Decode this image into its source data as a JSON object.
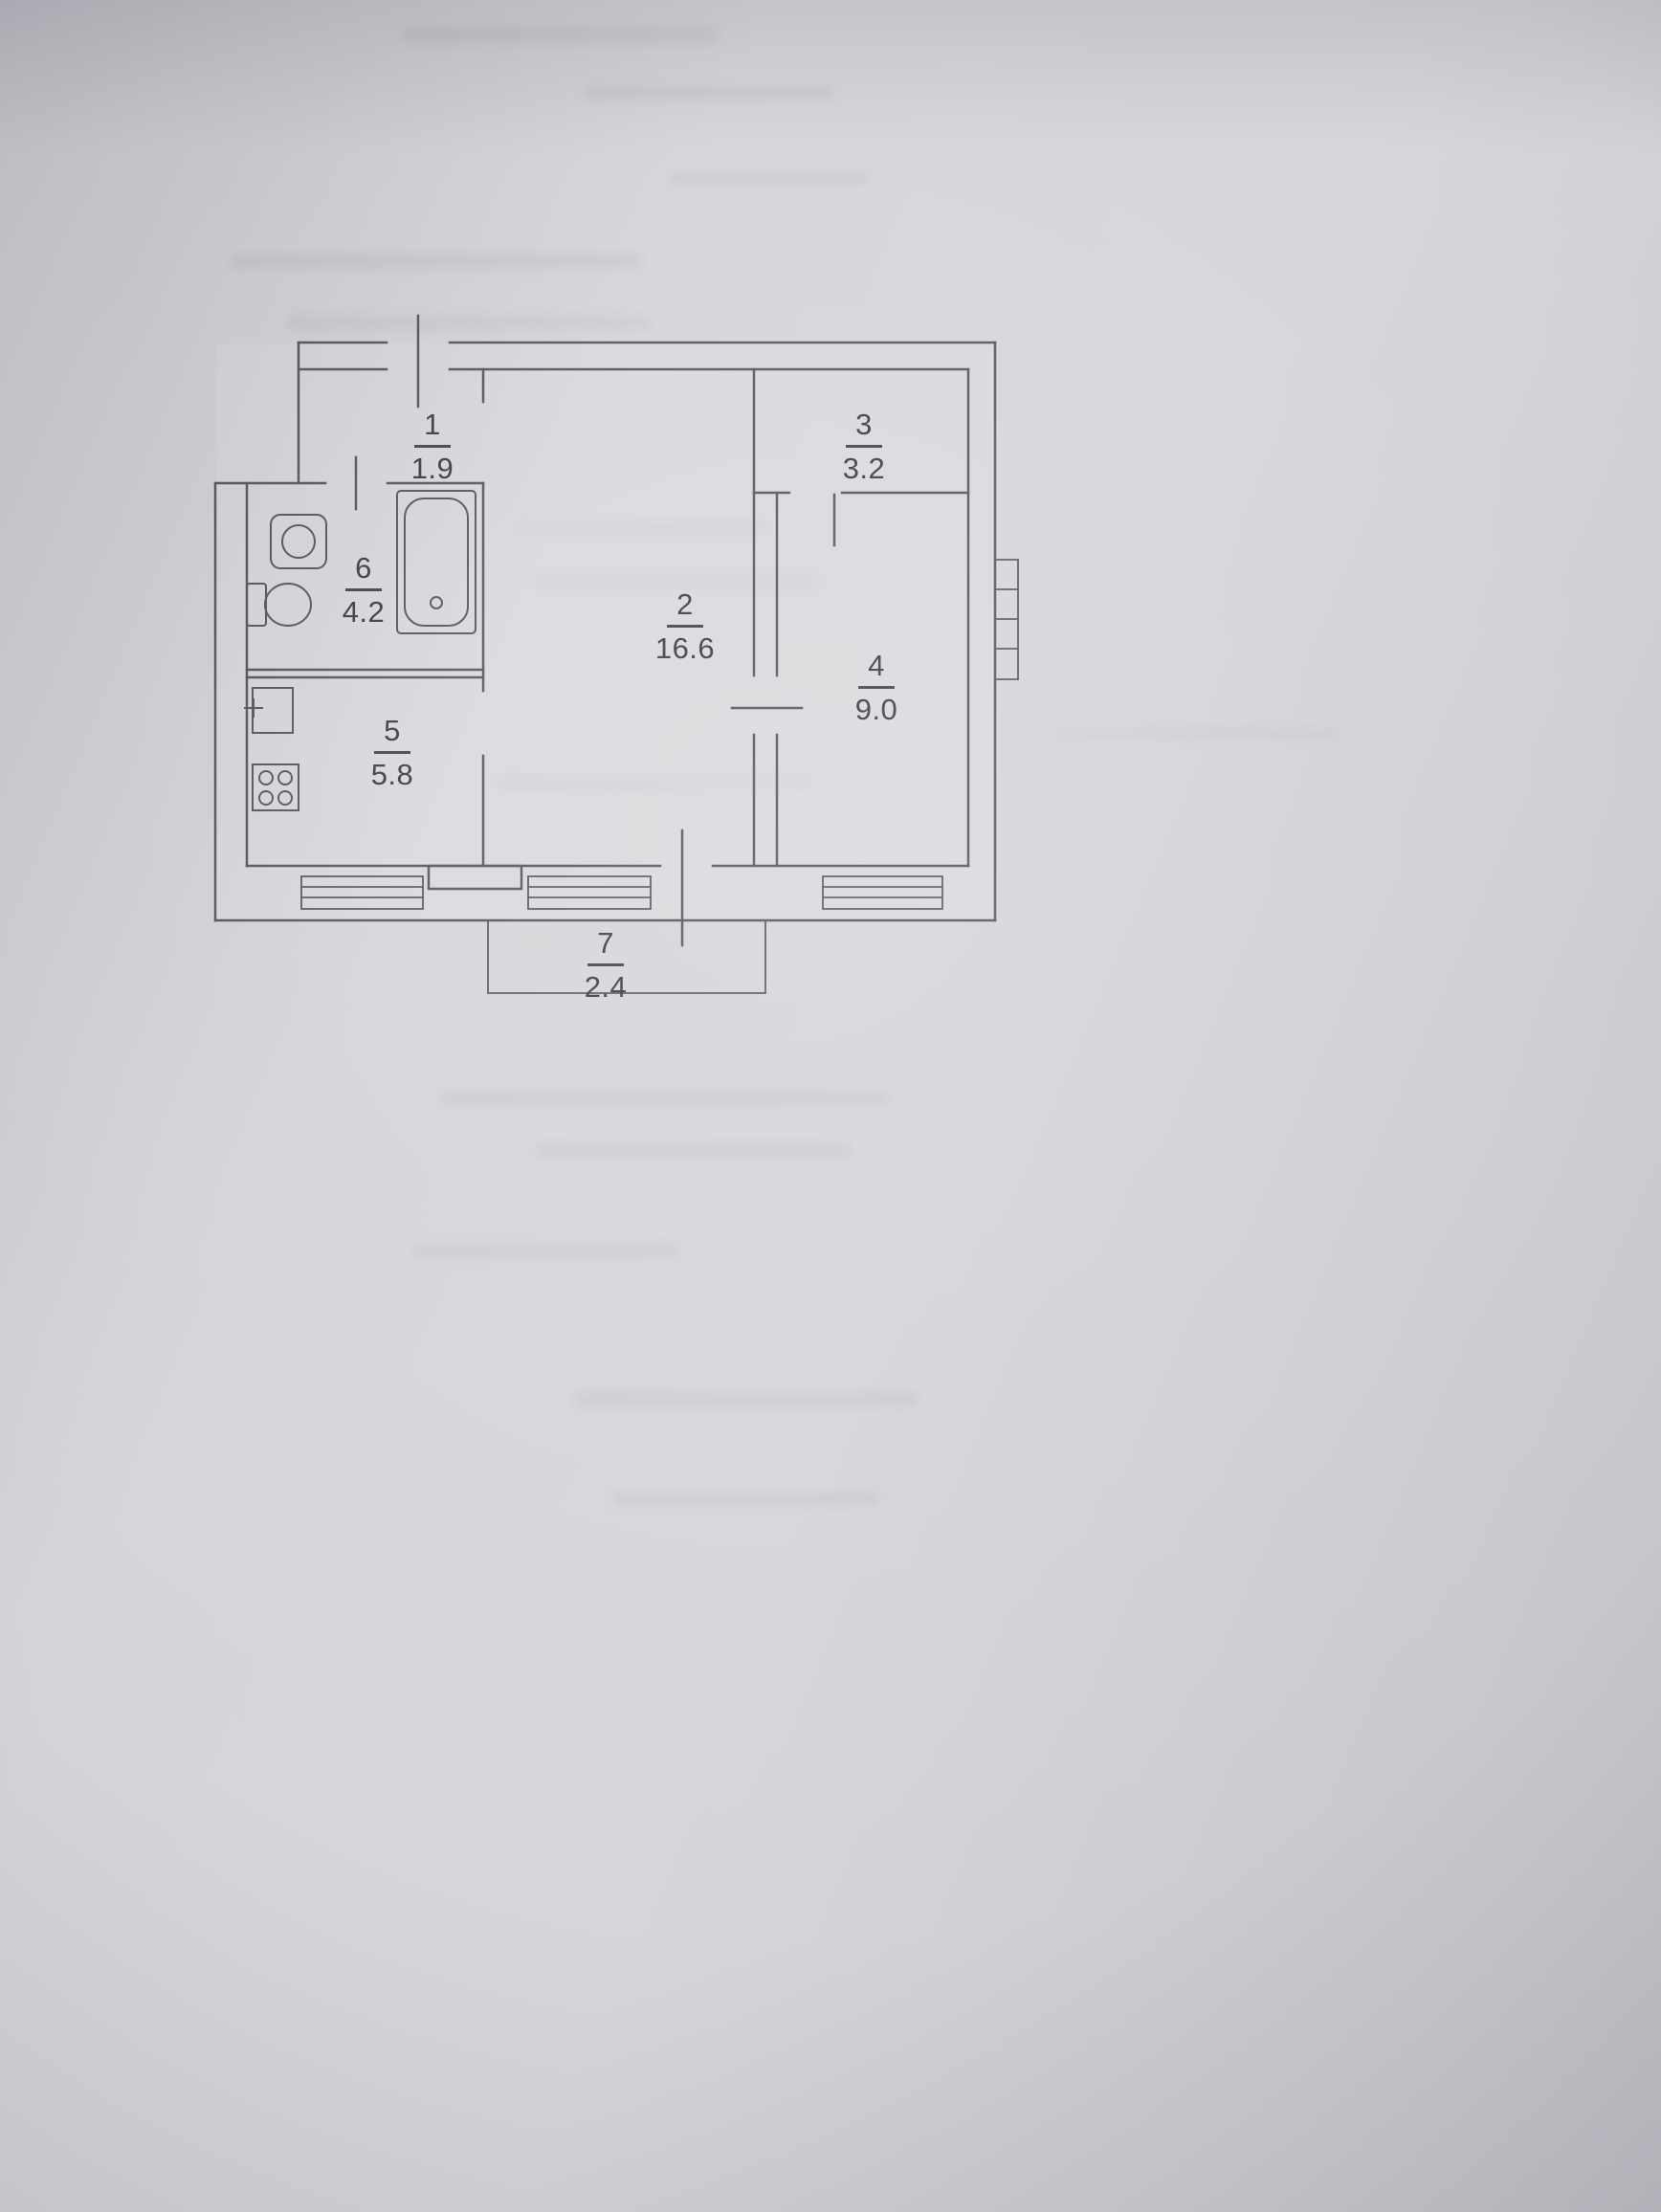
{
  "document": {
    "type": "apartment-floor-plan-photo",
    "paper_color": "#d3d3d8",
    "line_color": "#4d4d57",
    "text_color": "#31313a"
  },
  "rooms": [
    {
      "number": "1",
      "area": "1.9"
    },
    {
      "number": "2",
      "area": "16.6"
    },
    {
      "number": "3",
      "area": "3.2"
    },
    {
      "number": "4",
      "area": "9.0"
    },
    {
      "number": "5",
      "area": "5.8"
    },
    {
      "number": "6",
      "area": "4.2"
    },
    {
      "number": "7",
      "area": "2.4"
    }
  ],
  "fixtures": [
    "bathtub-icon",
    "washbasin-icon",
    "toilet-icon",
    "kitchen-sink-icon",
    "stove-icon",
    "window-icon-bottom-left",
    "window-icon-bottom-center",
    "window-icon-bottom-right",
    "window-icon-right-wall",
    "balcony-outline",
    "entrance-door-mark",
    "bathroom-door-mark",
    "room4-door-mark",
    "room3-door-mark",
    "balcony-door-mark"
  ]
}
